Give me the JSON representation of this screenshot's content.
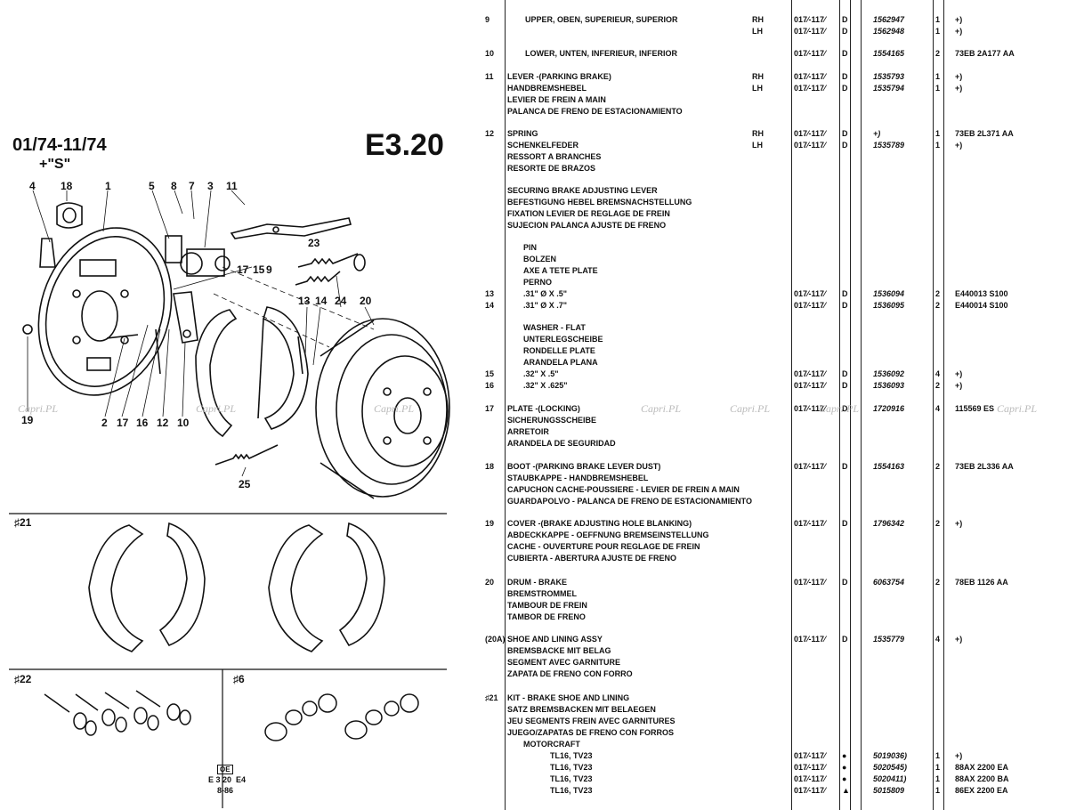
{
  "diagram": {
    "date_range": "01/74-11/74",
    "variant": "+\"S\"",
    "page_code": "E3.20",
    "callouts_top": [
      "4",
      "18",
      "1",
      "5",
      "8",
      "7",
      "3",
      "11",
      "23",
      "17",
      "15",
      "9",
      "13",
      "14",
      "24",
      "20",
      "25"
    ],
    "callouts_bottom": [
      "2",
      "17",
      "16",
      "12",
      "10"
    ],
    "callout_19": "19",
    "section_21": "♯21",
    "section_22": "♯22",
    "section_6": "♯6",
    "footer_box": "OE",
    "footer_code": "E 3 20  E4",
    "footer_date": "8-86"
  },
  "watermark": "Capri.PL",
  "rows": [
    {
      "ref": "9",
      "lines": [
        "UPPER, OBEN, SUPERIEUR, SUPERIOR"
      ],
      "side": [
        "RH",
        "LH"
      ],
      "date": [
        "017⁄-117⁄",
        "017⁄-117⁄"
      ],
      "code": [
        "D",
        "D"
      ],
      "part": [
        "1562947",
        "1562948"
      ],
      "qty": [
        "1",
        "1"
      ],
      "note": [
        "+)",
        "+)"
      ]
    },
    {
      "ref": "10",
      "lines": [
        "LOWER, UNTEN, INFERIEUR, INFERIOR"
      ],
      "side": [],
      "date": [
        "017⁄-117⁄"
      ],
      "code": [
        "D"
      ],
      "part": [
        "1554165"
      ],
      "qty": [
        "2"
      ],
      "note": [
        "73EB 2A177 AA"
      ]
    },
    {
      "ref": "11",
      "lines": [
        "LEVER -(PARKING BRAKE)",
        "HANDBREMSHEBEL",
        "LEVIER DE FREIN A MAIN",
        "PALANCA DE FRENO DE ESTACIONAMIENTO"
      ],
      "side": [
        "RH",
        "LH"
      ],
      "date": [
        "017⁄-117⁄",
        "017⁄-117⁄"
      ],
      "code": [
        "D",
        "D"
      ],
      "part": [
        "1535793",
        "1535794"
      ],
      "qty": [
        "1",
        "1"
      ],
      "note": [
        "+)",
        "+)"
      ]
    },
    {
      "ref": "12",
      "lines": [
        "SPRING",
        "SCHENKELFEDER",
        "RESSORT A BRANCHES",
        "RESORTE DE BRAZOS"
      ],
      "side": [
        "RH",
        "LH"
      ],
      "date": [
        "017⁄-117⁄",
        "017⁄-117⁄"
      ],
      "code": [
        "D",
        "D"
      ],
      "part": [
        "+)",
        "1535789"
      ],
      "qty": [
        "1",
        "1"
      ],
      "note": [
        "73EB 2L371 AA",
        "+)"
      ]
    },
    {
      "ref": "",
      "lines": [
        "SECURING BRAKE ADJUSTING LEVER",
        "BEFESTIGUNG HEBEL BREMSNACHSTELLUNG",
        "FIXATION LEVIER DE REGLAGE DE FREIN",
        "SUJECION PALANCA AJUSTE DE FRENO"
      ],
      "side": [],
      "date": [],
      "code": [],
      "part": [],
      "qty": [],
      "note": []
    },
    {
      "ref": "",
      "lines": [
        "PIN",
        "BOLZEN",
        "AXE A TETE PLATE",
        "PERNO"
      ],
      "side": [],
      "date": [],
      "code": [],
      "part": [],
      "qty": [],
      "note": []
    },
    {
      "ref": "13",
      "lines": [
        ".31\" Ø X .5\""
      ],
      "side": [],
      "date": [
        "017⁄-117⁄"
      ],
      "code": [
        "D"
      ],
      "part": [
        "1536094"
      ],
      "qty": [
        "2"
      ],
      "note": [
        "E440013 S100"
      ]
    },
    {
      "ref": "14",
      "lines": [
        ".31\" Ø X .7\""
      ],
      "side": [],
      "date": [
        "017⁄-117⁄"
      ],
      "code": [
        "D"
      ],
      "part": [
        "1536095"
      ],
      "qty": [
        "2"
      ],
      "note": [
        "E440014 S100"
      ]
    },
    {
      "ref": "",
      "lines": [
        "WASHER - FLAT",
        "UNTERLEGSCHEIBE",
        "RONDELLE PLATE",
        "ARANDELA PLANA"
      ],
      "side": [],
      "date": [],
      "code": [],
      "part": [],
      "qty": [],
      "note": []
    },
    {
      "ref": "15",
      "lines": [
        ".32\" X .5\""
      ],
      "side": [],
      "date": [
        "017⁄-117⁄"
      ],
      "code": [
        "D"
      ],
      "part": [
        "1536092"
      ],
      "qty": [
        "4"
      ],
      "note": [
        "+)"
      ]
    },
    {
      "ref": "16",
      "lines": [
        ".32\" X .625\""
      ],
      "side": [],
      "date": [
        "017⁄-117⁄"
      ],
      "code": [
        "D"
      ],
      "part": [
        "1536093"
      ],
      "qty": [
        "2"
      ],
      "note": [
        "+)"
      ]
    },
    {
      "ref": "17",
      "lines": [
        "PLATE -(LOCKING)",
        "SICHERUNGSSCHEIBE",
        "ARRETOIR",
        "ARANDELA DE SEGURIDAD"
      ],
      "side": [],
      "date": [
        "017⁄-117⁄"
      ],
      "code": [
        "D"
      ],
      "part": [
        "1720916"
      ],
      "qty": [
        "4"
      ],
      "note": [
        "115569 ES"
      ]
    },
    {
      "ref": "18",
      "lines": [
        "BOOT -(PARKING BRAKE LEVER DUST)",
        "STAUBKAPPE - HANDBREMSHEBEL",
        "CAPUCHON CACHE-POUSSIERE - LEVIER DE FREIN A MAIN",
        "GUARDAPOLVO - PALANCA DE FRENO DE ESTACIONAMIENTO"
      ],
      "side": [],
      "date": [
        "017⁄-117⁄"
      ],
      "code": [
        "D"
      ],
      "part": [
        "1554163"
      ],
      "qty": [
        "2"
      ],
      "note": [
        "73EB 2L336 AA"
      ]
    },
    {
      "ref": "19",
      "lines": [
        "COVER -(BRAKE ADJUSTING HOLE BLANKING)",
        "ABDECKKAPPE - OEFFNUNG BREMSEINSTELLUNG",
        "CACHE - OUVERTURE POUR REGLAGE DE FREIN",
        "CUBIERTA - ABERTURA AJUSTE DE FRENO"
      ],
      "side": [],
      "date": [
        "017⁄-117⁄"
      ],
      "code": [
        "D"
      ],
      "part": [
        "1796342"
      ],
      "qty": [
        "2"
      ],
      "note": [
        "+)"
      ]
    },
    {
      "ref": "20",
      "lines": [
        "DRUM - BRAKE",
        "BREMSTROMMEL",
        "TAMBOUR DE FREIN",
        "TAMBOR DE FRENO"
      ],
      "side": [],
      "date": [
        "017⁄-117⁄"
      ],
      "code": [
        "D"
      ],
      "part": [
        "6063754"
      ],
      "qty": [
        "2"
      ],
      "note": [
        "78EB 1126 AA"
      ]
    },
    {
      "ref": "(20A)",
      "lines": [
        "SHOE AND LINING ASSY",
        "BREMSBACKE MIT BELAG",
        "SEGMENT AVEC GARNITURE",
        "ZAPATA DE FRENO CON FORRO"
      ],
      "side": [],
      "date": [
        "017⁄-117⁄"
      ],
      "code": [
        "D"
      ],
      "part": [
        "1535779"
      ],
      "qty": [
        "4"
      ],
      "note": [
        "+)"
      ]
    },
    {
      "ref": "♯21",
      "lines": [
        "KIT - BRAKE SHOE AND LINING",
        "SATZ BREMSBACKEN MIT BELAEGEN",
        "JEU SEGMENTS FREIN AVEC GARNITURES",
        "JUEGO/ZAPATAS DE FRENO CON FORROS"
      ],
      "side": [],
      "date": [],
      "code": [],
      "part": [],
      "qty": [],
      "note": []
    },
    {
      "ref": "",
      "lines": [
        "MOTORCRAFT",
        "TL16, TV23",
        "TL16, TV23",
        "TL16, TV23",
        "TL16, TV23"
      ],
      "side": [],
      "date": [
        "",
        "017⁄-117⁄",
        "017⁄-117⁄",
        "017⁄-117⁄",
        "017⁄-117⁄"
      ],
      "code": [
        "",
        "●",
        "●",
        "●",
        "▲"
      ],
      "part": [
        "",
        "5019036)",
        "5020545)",
        "5020411)",
        "5015809"
      ],
      "qty": [
        "",
        "1",
        "1",
        "1",
        "1"
      ],
      "note": [
        "",
        "+)",
        "88AX 2200 EA",
        "88AX 2200 BA",
        "86EX 2200 EA"
      ]
    }
  ]
}
